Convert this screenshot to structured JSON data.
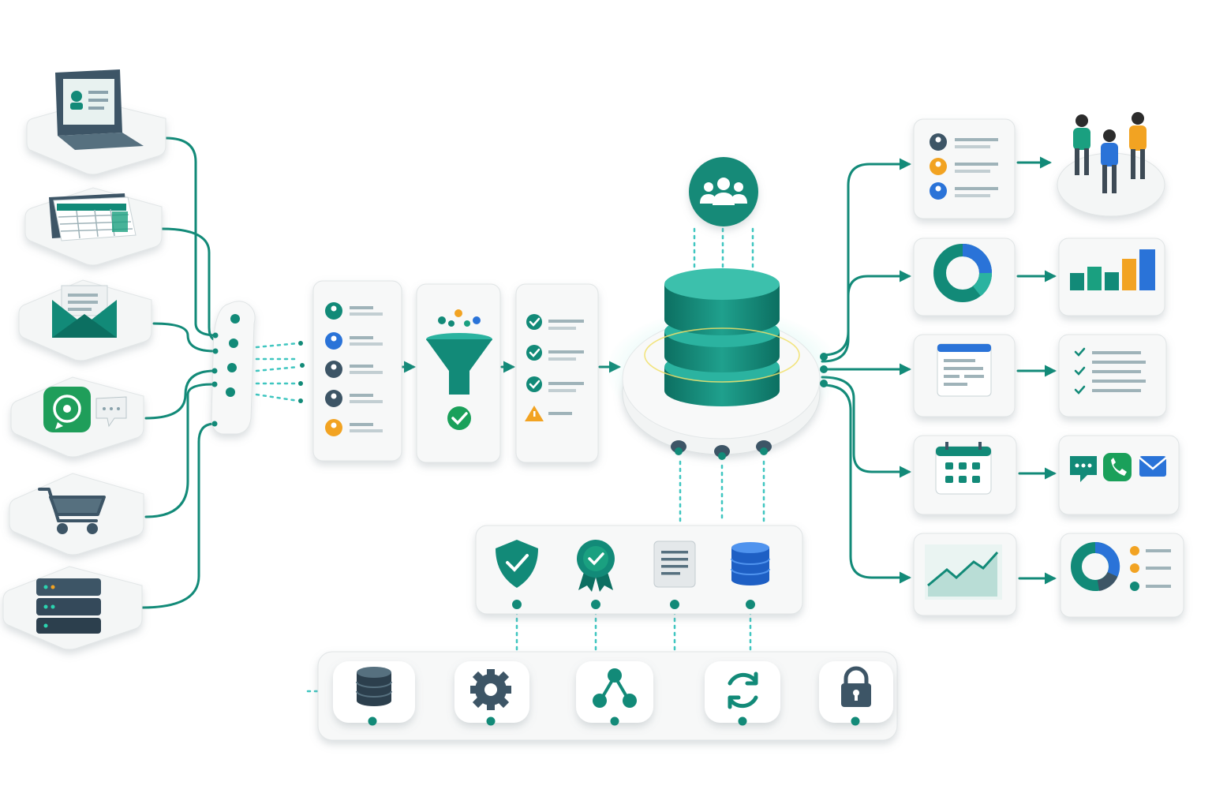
{
  "diagram": {
    "colors": {
      "teal": "#128a78",
      "teal_dark": "#0c6f61",
      "teal_light": "#2bb3a0",
      "dotted": "#3fc6c0",
      "slate": "#3d5566",
      "blue": "#2a73d8",
      "orange": "#f2a322",
      "green_ok": "#1aa05a",
      "card": "#f7f8f8",
      "card_edge": "#e3e6e7"
    },
    "sources": [
      {
        "name": "laptop-profile",
        "icon": "laptop-profile-icon"
      },
      {
        "name": "spreadsheet",
        "icon": "spreadsheet-icon"
      },
      {
        "name": "email",
        "icon": "email-envelope-icon"
      },
      {
        "name": "chat-messaging",
        "icon": "whatsapp-chat-icon"
      },
      {
        "name": "ecommerce",
        "icon": "shopping-cart-icon"
      },
      {
        "name": "server",
        "icon": "server-rack-icon"
      }
    ],
    "processing": [
      {
        "name": "contact-list",
        "icon": "contact-list-icon"
      },
      {
        "name": "filter-funnel",
        "icon": "funnel-icon"
      },
      {
        "name": "validation-checklist",
        "icon": "checklist-icon"
      }
    ],
    "hub": {
      "name": "central-database",
      "icon": "database-cylinder-icon",
      "top_icon": "users-group-icon"
    },
    "governance": [
      {
        "name": "security-shield",
        "icon": "shield-check-icon"
      },
      {
        "name": "certification",
        "icon": "award-badge-icon"
      },
      {
        "name": "document",
        "icon": "document-icon"
      },
      {
        "name": "storage",
        "icon": "database-icon"
      }
    ],
    "infrastructure": [
      {
        "name": "database",
        "icon": "database-stack-icon"
      },
      {
        "name": "settings",
        "icon": "gear-icon"
      },
      {
        "name": "network",
        "icon": "network-nodes-icon"
      },
      {
        "name": "sync",
        "icon": "sync-icon"
      },
      {
        "name": "lock",
        "icon": "lock-icon"
      }
    ],
    "outputs": [
      {
        "name": "user-profiles",
        "icon": "user-list-icon",
        "result": "people-group-icon"
      },
      {
        "name": "analytics-donut",
        "icon": "donut-chart-icon",
        "result": "bar-chart-icon"
      },
      {
        "name": "web-form",
        "icon": "browser-window-icon",
        "result": "task-checklist-icon"
      },
      {
        "name": "calendar",
        "icon": "calendar-icon",
        "result": "communication-channels-icon"
      },
      {
        "name": "trend-chart",
        "icon": "line-chart-icon",
        "result": "donut-legend-icon"
      }
    ]
  }
}
